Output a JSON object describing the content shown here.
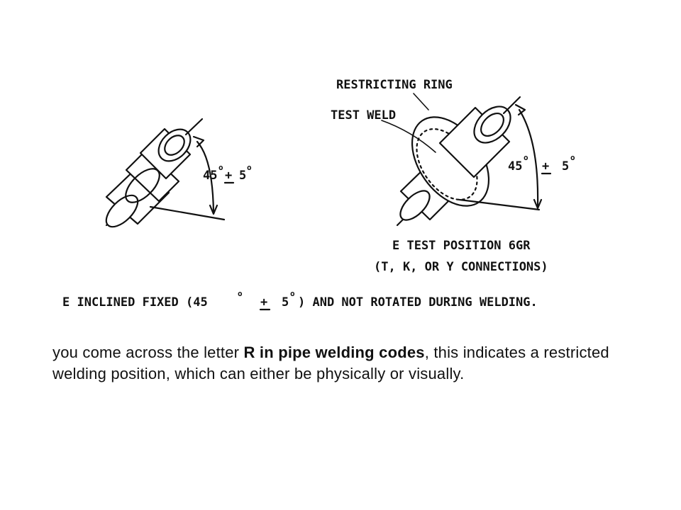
{
  "figure": {
    "left_angle": {
      "deg": "45",
      "pm": "+",
      "tol": "5"
    },
    "right_angle": {
      "deg": "45",
      "pm": "+",
      "tol": "5"
    },
    "callout_ring": "RESTRICTING RING",
    "callout_weld": "TEST WELD",
    "position_title": "E TEST POSITION 6GR",
    "position_sub": "(T, K, OR Y CONNECTIONS)",
    "bottom_caption": {
      "prefix": "E INCLINED FIXED (45",
      "pm": "+",
      "tol": "5",
      "suffix": ") AND NOT ROTATED DURING WELDING."
    }
  },
  "caption": {
    "part1": " you come across the letter ",
    "bold": "R in pipe welding codes",
    "part2": ", this indicates a restricted welding position, which can either be physically or visually."
  }
}
